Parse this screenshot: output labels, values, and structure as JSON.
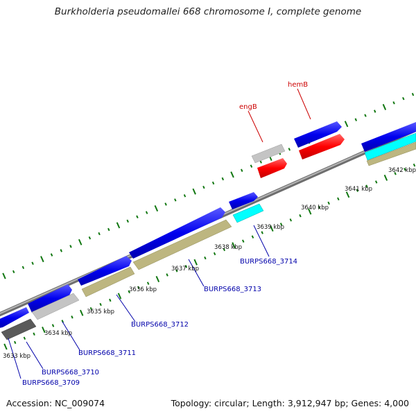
{
  "title": "Burkholderia pseudomallei 668 chromosome I, complete genome",
  "footer": {
    "accession": "Accession: NC_009074",
    "topology": "Topology: circular; Length: 3,912,947 bp; Genes: 4,000"
  },
  "kbp_labels": [
    "3633 kbp",
    "3634 kbp",
    "3635 kbp",
    "3636 kbp",
    "3637 kbp",
    "3638 kbp",
    "3639 kbp",
    "3640 kbp",
    "3641 kbp",
    "3642 kbp"
  ],
  "gene_labels": {
    "locus": [
      "BURPS668_3709",
      "BURPS668_3710",
      "BURPS668_3711",
      "BURPS668_3712",
      "BURPS668_3713",
      "BURPS668_3714"
    ],
    "named": [
      "engB",
      "hemB"
    ]
  },
  "colors": {
    "backbone": "#8a8a8a",
    "cds": "#0000ee",
    "gene_dark_gray": "#5a5a5a",
    "gene_light_gray": "#c4c4c4",
    "gene_olive": "#bdb680",
    "gene_cyan": "#00ffff",
    "gene_red": "#ff0000",
    "ticks": "#117711",
    "locus_label": "#0000aa",
    "named_label": "#cc0000"
  }
}
